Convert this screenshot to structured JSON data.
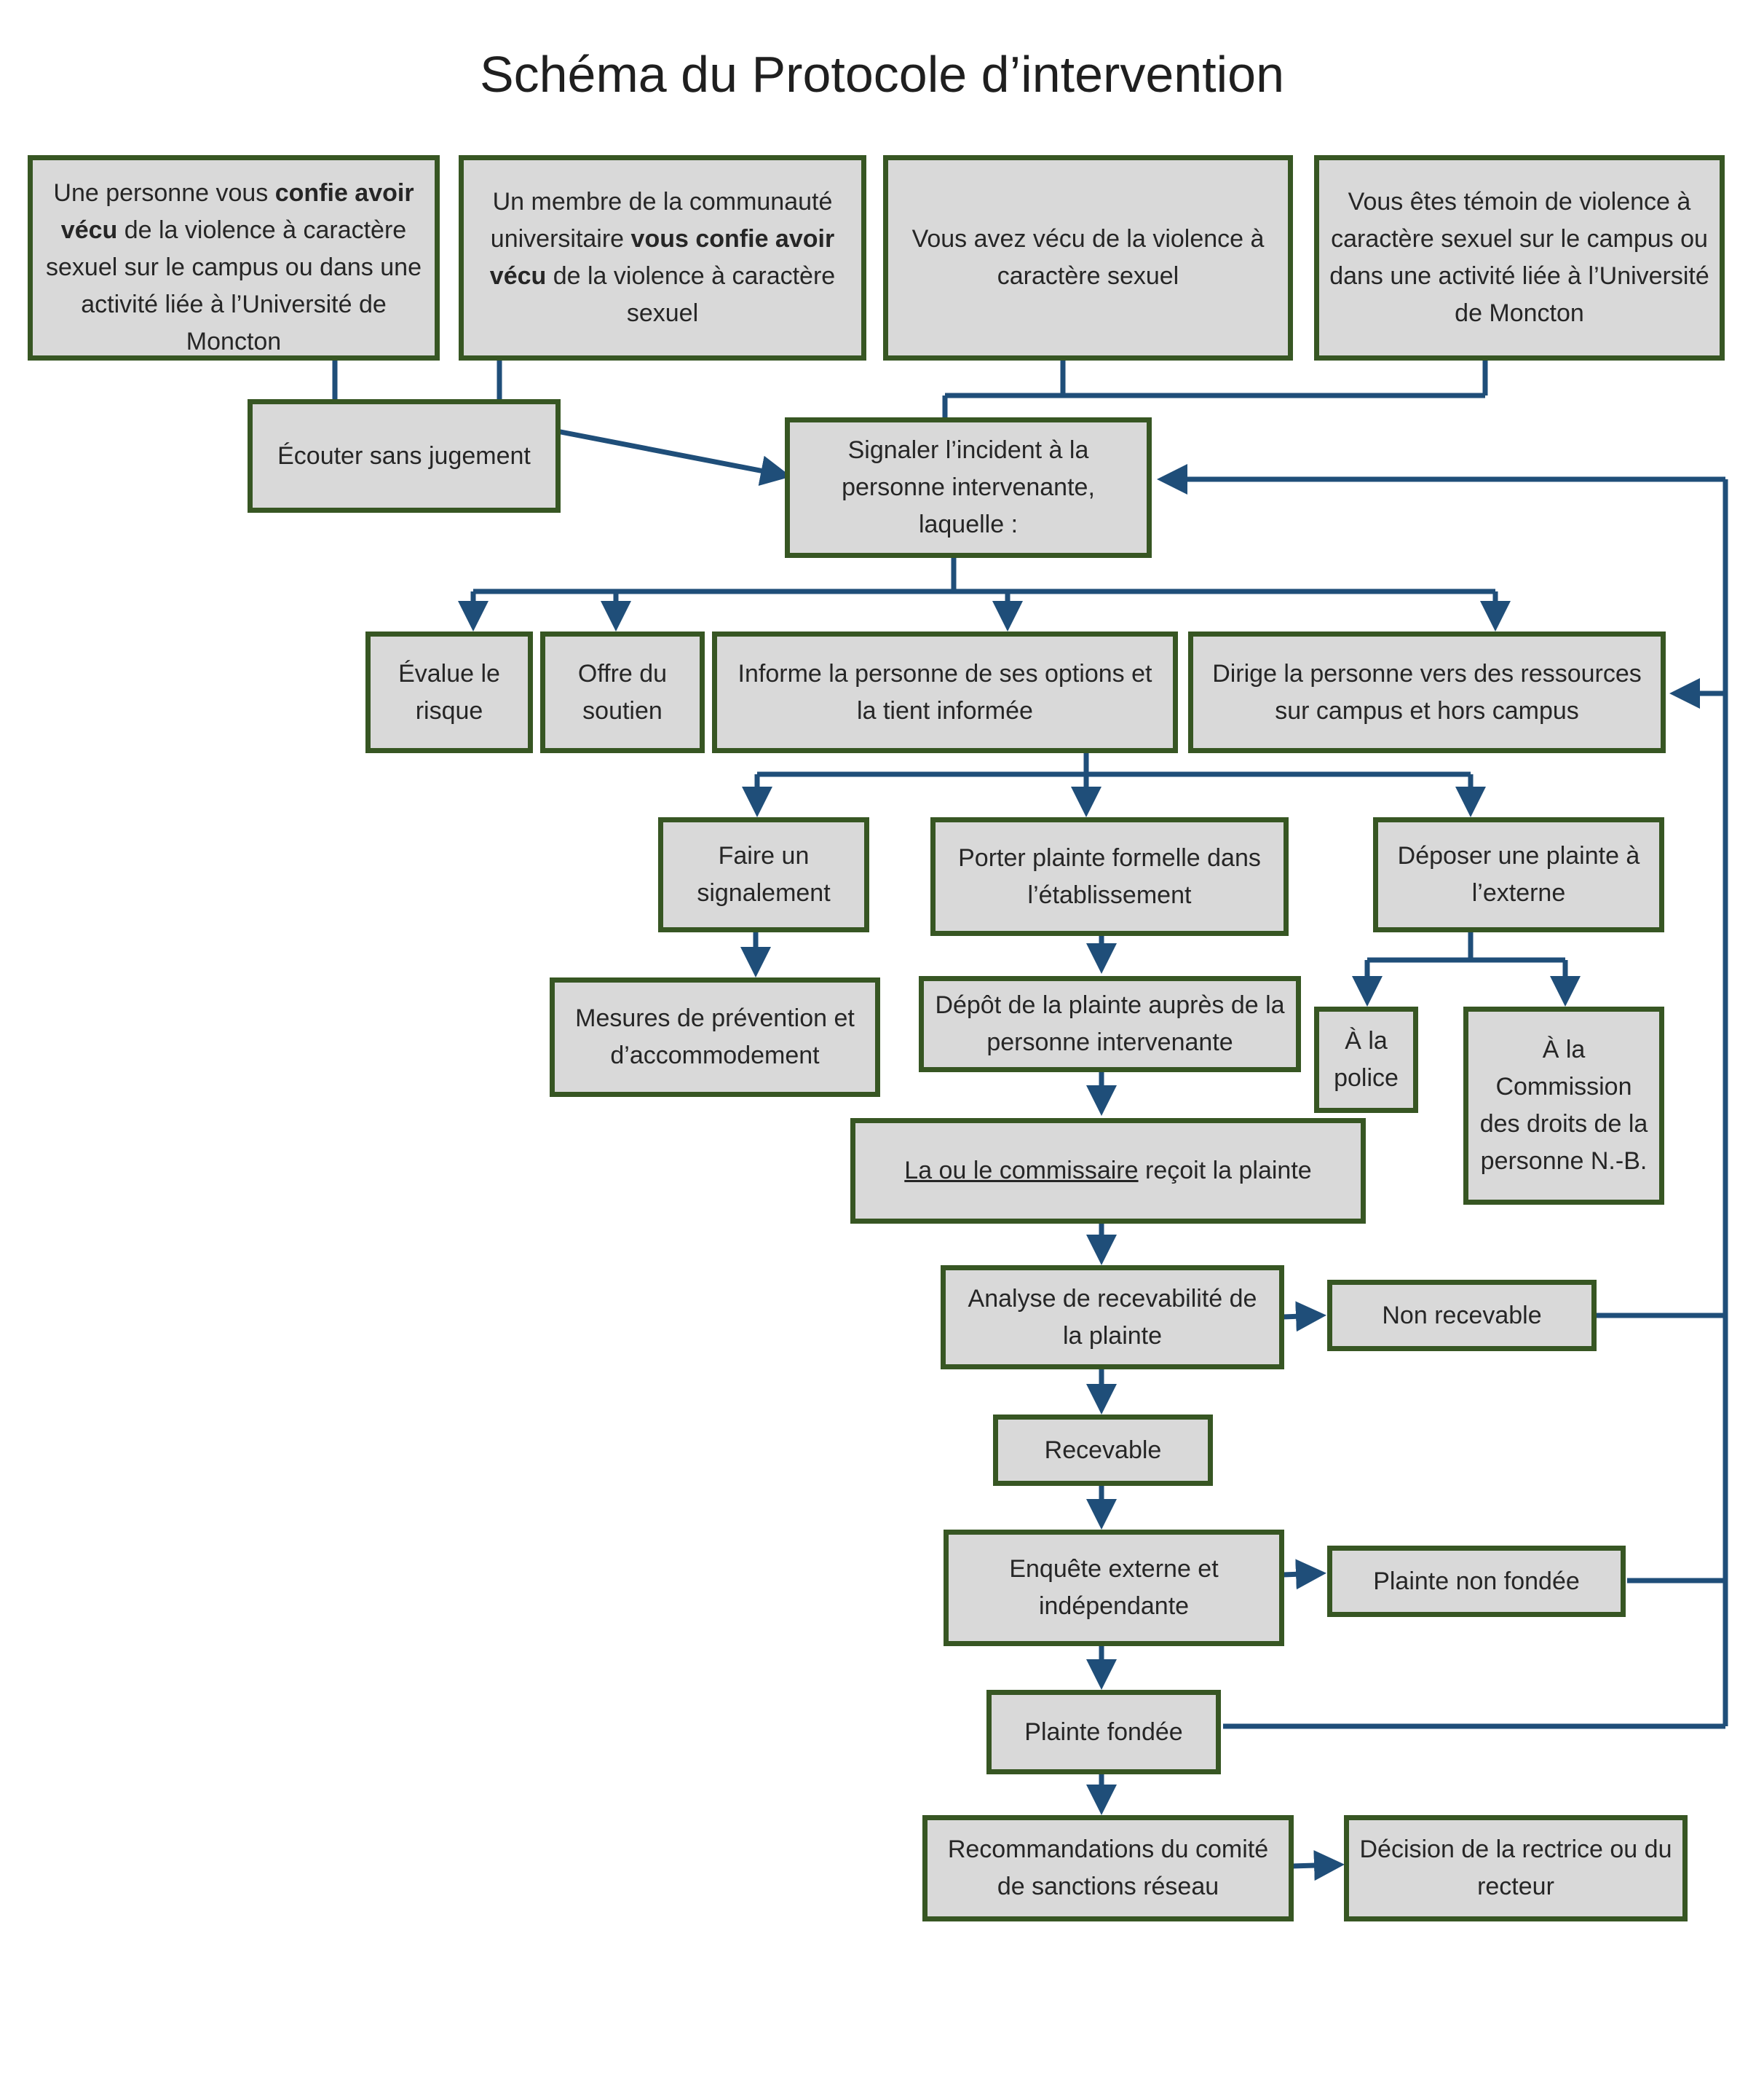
{
  "title": "Schéma du Protocole d’intervention",
  "colors": {
    "box_fill": "#d9d9d9",
    "box_border": "#375623",
    "connector": "#1f4e79"
  },
  "nodes": {
    "n1": {
      "pre": "Une personne vous ",
      "bold1": "confie avoir vécu",
      "post": " de la violence à caractère sexuel sur le campus ou dans une activité liée à l’Université de Moncton"
    },
    "n2": {
      "pre": "Un membre de la communauté universitaire ",
      "bold1": "vous confie avoir vécu",
      "post": " de la violence à caractère sexuel"
    },
    "n3": "Vous avez vécu de la violence à caractère sexuel",
    "n4": "Vous êtes témoin de violence à caractère sexuel sur le campus ou dans une activité liée à l’Université de Moncton",
    "ecouter": "Écouter sans jugement",
    "signaler": "Signaler l’incident à la personne intervenante, laquelle :",
    "evalue": "Évalue le risque",
    "offre": "Offre du soutien",
    "informe": "Informe la personne de ses options et la tient informée",
    "dirige": "Dirige la personne vers des ressources sur campus et hors campus",
    "faire": "Faire un signalement",
    "porter": "Porter plainte formelle dans l’établissement",
    "deposer": "Déposer une plainte à l’externe",
    "mesures": "Mesures de prévention et d’accommodement",
    "depot": "Dépôt de la plainte auprès de la personne intervenante",
    "police": "À la police",
    "commission": "À la Commission des droits de la personne N.-B.",
    "commissaire": {
      "underlined": "La ou le commissaire",
      "rest": " reçoit la plainte"
    },
    "analyse": "Analyse de recevabilité de la plainte",
    "nonrecevable": "Non recevable",
    "recevable": "Recevable",
    "enquete": "Enquête externe et indépendante",
    "nonfondee": "Plainte non fondée",
    "fondee": "Plainte fondée",
    "recommandations": "Recommandations du comité de sanctions réseau",
    "decision": "Décision de la rectrice ou du recteur"
  }
}
